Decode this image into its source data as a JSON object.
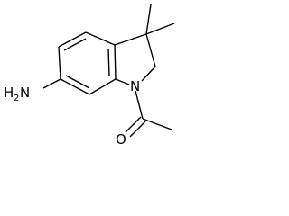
{
  "labels": {
    "amine_h": "H",
    "amine_h_count": "2",
    "amine_n": "N",
    "ring_n": "N",
    "carbonyl_o": "O"
  }
}
